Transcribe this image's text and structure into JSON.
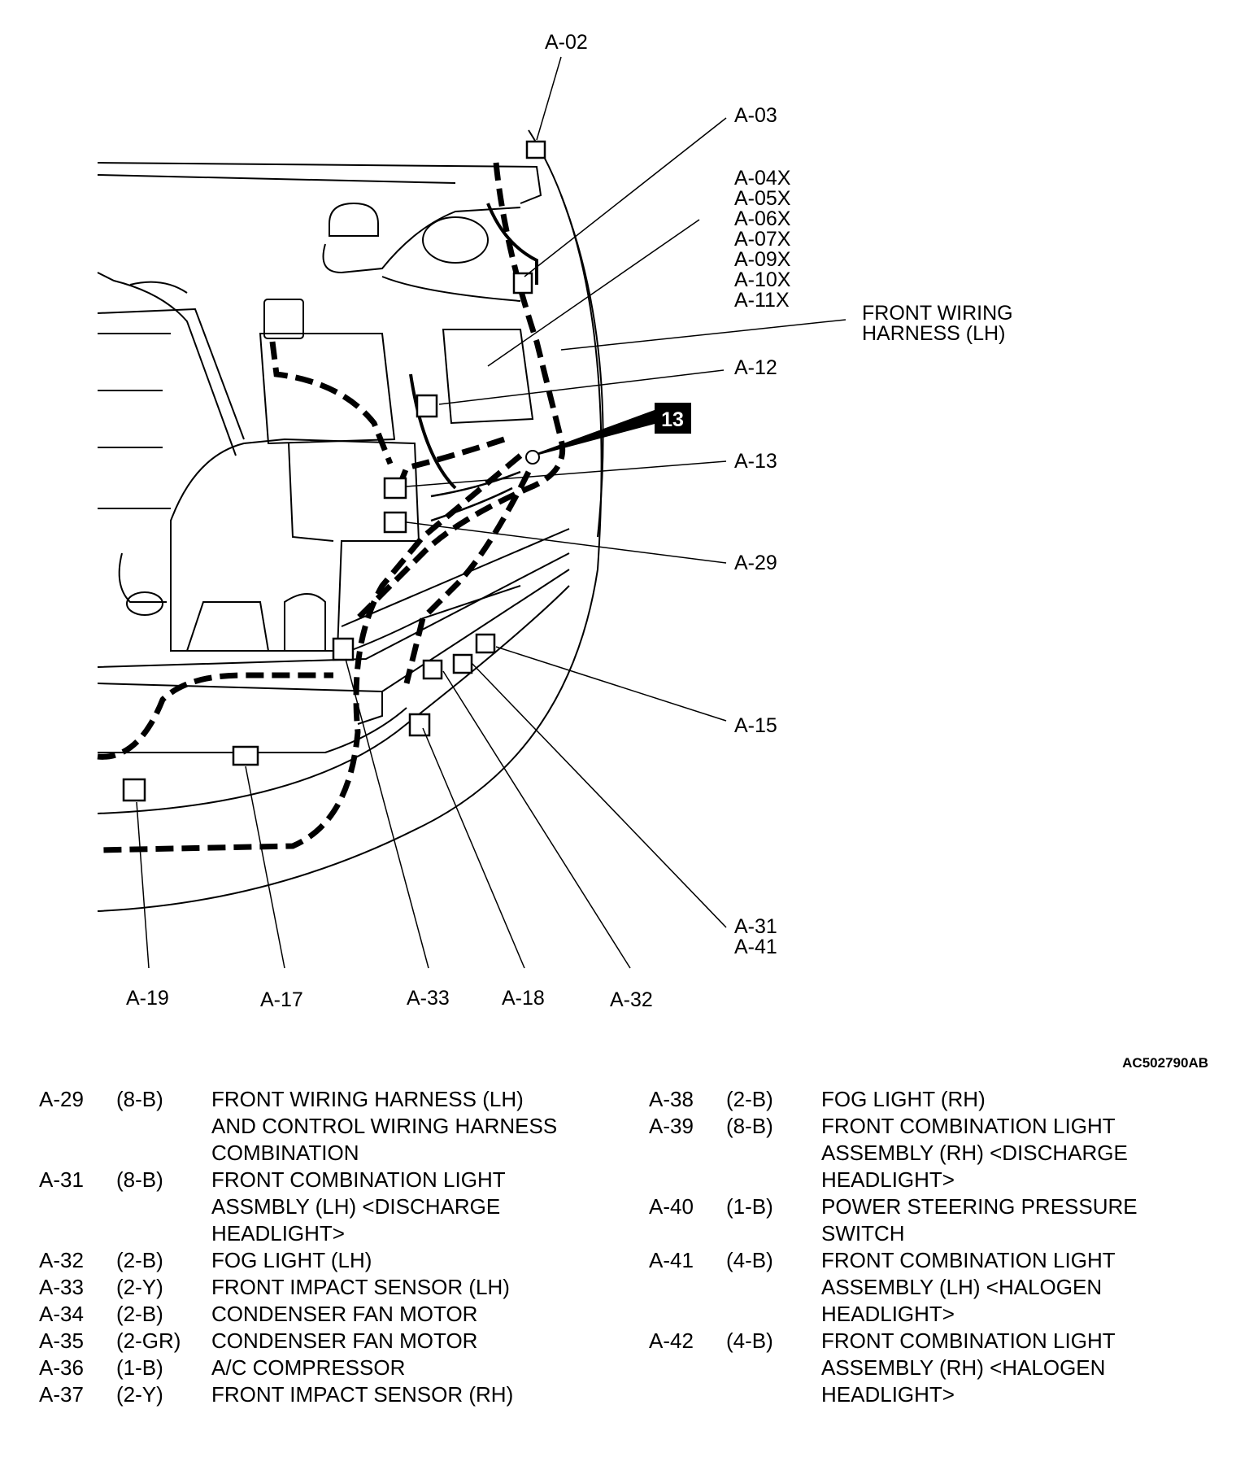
{
  "diagram": {
    "labels": {
      "a02": "A-02",
      "a03": "A-03",
      "a04_group": [
        "A-04X",
        "A-05X",
        "A-06X",
        "A-07X",
        "A-09X",
        "A-10X",
        "A-11X"
      ],
      "harness": [
        "FRONT WIRING",
        "HARNESS (LH)"
      ],
      "a12": "A-12",
      "badge": "13",
      "a13": "A-13",
      "a29": "A-29",
      "a15": "A-15",
      "a31_41": [
        "A-31",
        "A-41"
      ],
      "a19": "A-19",
      "a17": "A-17",
      "a33": "A-33",
      "a18": "A-18",
      "a32": "A-32"
    },
    "code": "AC502790AB"
  },
  "legend": {
    "left": [
      {
        "code": "A-29",
        "pins": "(8-B)",
        "desc": "FRONT WIRING HARNESS (LH)\nAND CONTROL WIRING HARNESS\nCOMBINATION"
      },
      {
        "code": "A-31",
        "pins": "(8-B)",
        "desc": "FRONT COMBINATION LIGHT\nASSMBLY (LH) <DISCHARGE\nHEADLIGHT>"
      },
      {
        "code": "A-32",
        "pins": "(2-B)",
        "desc": "FOG LIGHT (LH)"
      },
      {
        "code": "A-33",
        "pins": "(2-Y)",
        "desc": "FRONT IMPACT SENSOR (LH)"
      },
      {
        "code": "A-34",
        "pins": "(2-B)",
        "desc": "CONDENSER FAN MOTOR"
      },
      {
        "code": "A-35",
        "pins": "(2-GR)",
        "desc": "CONDENSER FAN MOTOR"
      },
      {
        "code": "A-36",
        "pins": "(1-B)",
        "desc": "A/C COMPRESSOR"
      },
      {
        "code": "A-37",
        "pins": "(2-Y)",
        "desc": "FRONT IMPACT SENSOR (RH)"
      }
    ],
    "right": [
      {
        "code": "A-38",
        "pins": "(2-B)",
        "desc": "FOG LIGHT (RH)"
      },
      {
        "code": "A-39",
        "pins": "(8-B)",
        "desc": "FRONT COMBINATION LIGHT\nASSEMBLY (RH) <DISCHARGE\nHEADLIGHT>"
      },
      {
        "code": "A-40",
        "pins": "(1-B)",
        "desc": "POWER STEERING PRESSURE\nSWITCH"
      },
      {
        "code": "A-41",
        "pins": "(4-B)",
        "desc": "FRONT COMBINATION LIGHT\nASSEMBLY (LH) <HALOGEN\nHEADLIGHT>"
      },
      {
        "code": "A-42",
        "pins": "(4-B)",
        "desc": "FRONT COMBINATION LIGHT\nASSEMBLY (RH) <HALOGEN\nHEADLIGHT>"
      }
    ]
  }
}
